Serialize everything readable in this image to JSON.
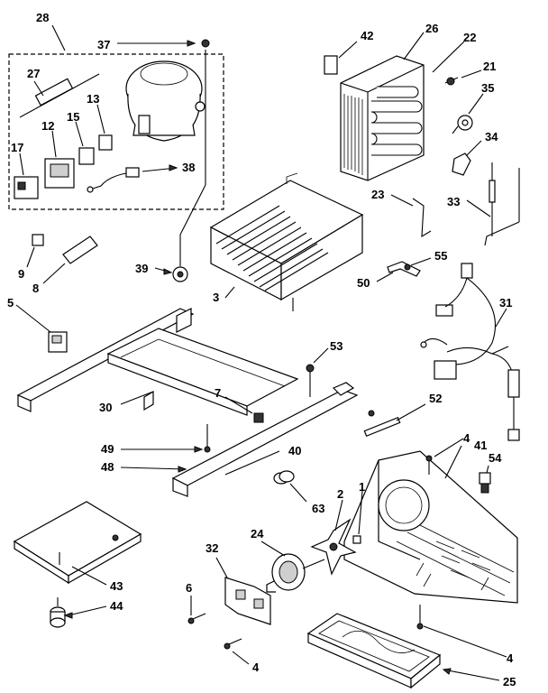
{
  "diagram": {
    "labels": {
      "p28": "28",
      "p37": "37",
      "p27": "27",
      "p13": "13",
      "p15": "15",
      "p12": "12",
      "p17": "17",
      "p38": "38",
      "p42": "42",
      "p26": "26",
      "p22": "22",
      "p21": "21",
      "p35": "35",
      "p34": "34",
      "p23": "23",
      "p33": "33",
      "p9": "9",
      "p8": "8",
      "p39": "39",
      "p3": "3",
      "p55": "55",
      "p50": "50",
      "p5": "5",
      "p31": "31",
      "p53": "53",
      "p7": "7",
      "p30": "30",
      "p52": "52",
      "p49": "49",
      "p40": "40",
      "p4a": "4",
      "p41": "41",
      "p54": "54",
      "p48": "48",
      "p63": "63",
      "p2": "2",
      "p1": "1",
      "p32": "32",
      "p24": "24",
      "p43": "43",
      "p6": "6",
      "p44": "44",
      "p4b": "4",
      "p4c": "4",
      "p25": "25"
    }
  }
}
